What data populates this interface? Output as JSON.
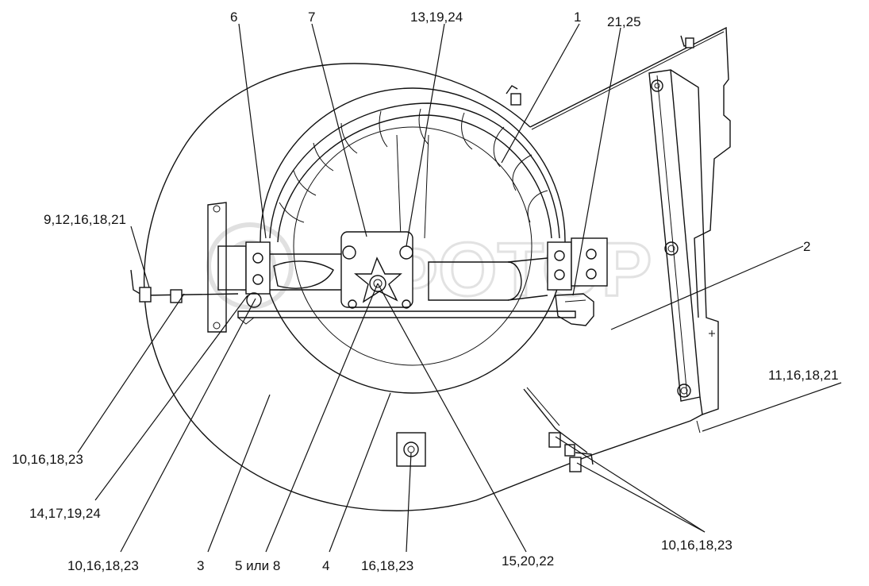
{
  "labels": {
    "l_6": "6",
    "l_7": "7",
    "l_13_19_24": "13,19,24",
    "l_1": "1",
    "l_21_25": "21,25",
    "l_9_12_16_18_21": "9,12,16,18,21",
    "l_2": "2",
    "l_11_16_18_21": "11,16,18,21",
    "l_10_16_18_23_left": "10,16,18,23",
    "l_14_17_19_24": "14,17,19,24",
    "l_10_16_18_23_bottom": "10,16,18,23",
    "l_3": "3",
    "l_5_ili_8": "5 или 8",
    "l_4": "4",
    "l_16_18_23": "16,18,23",
    "l_15_20_22": "15,20,22",
    "l_10_16_18_23_right": "10,16,18,23"
  },
  "watermark": "ФОТОР"
}
